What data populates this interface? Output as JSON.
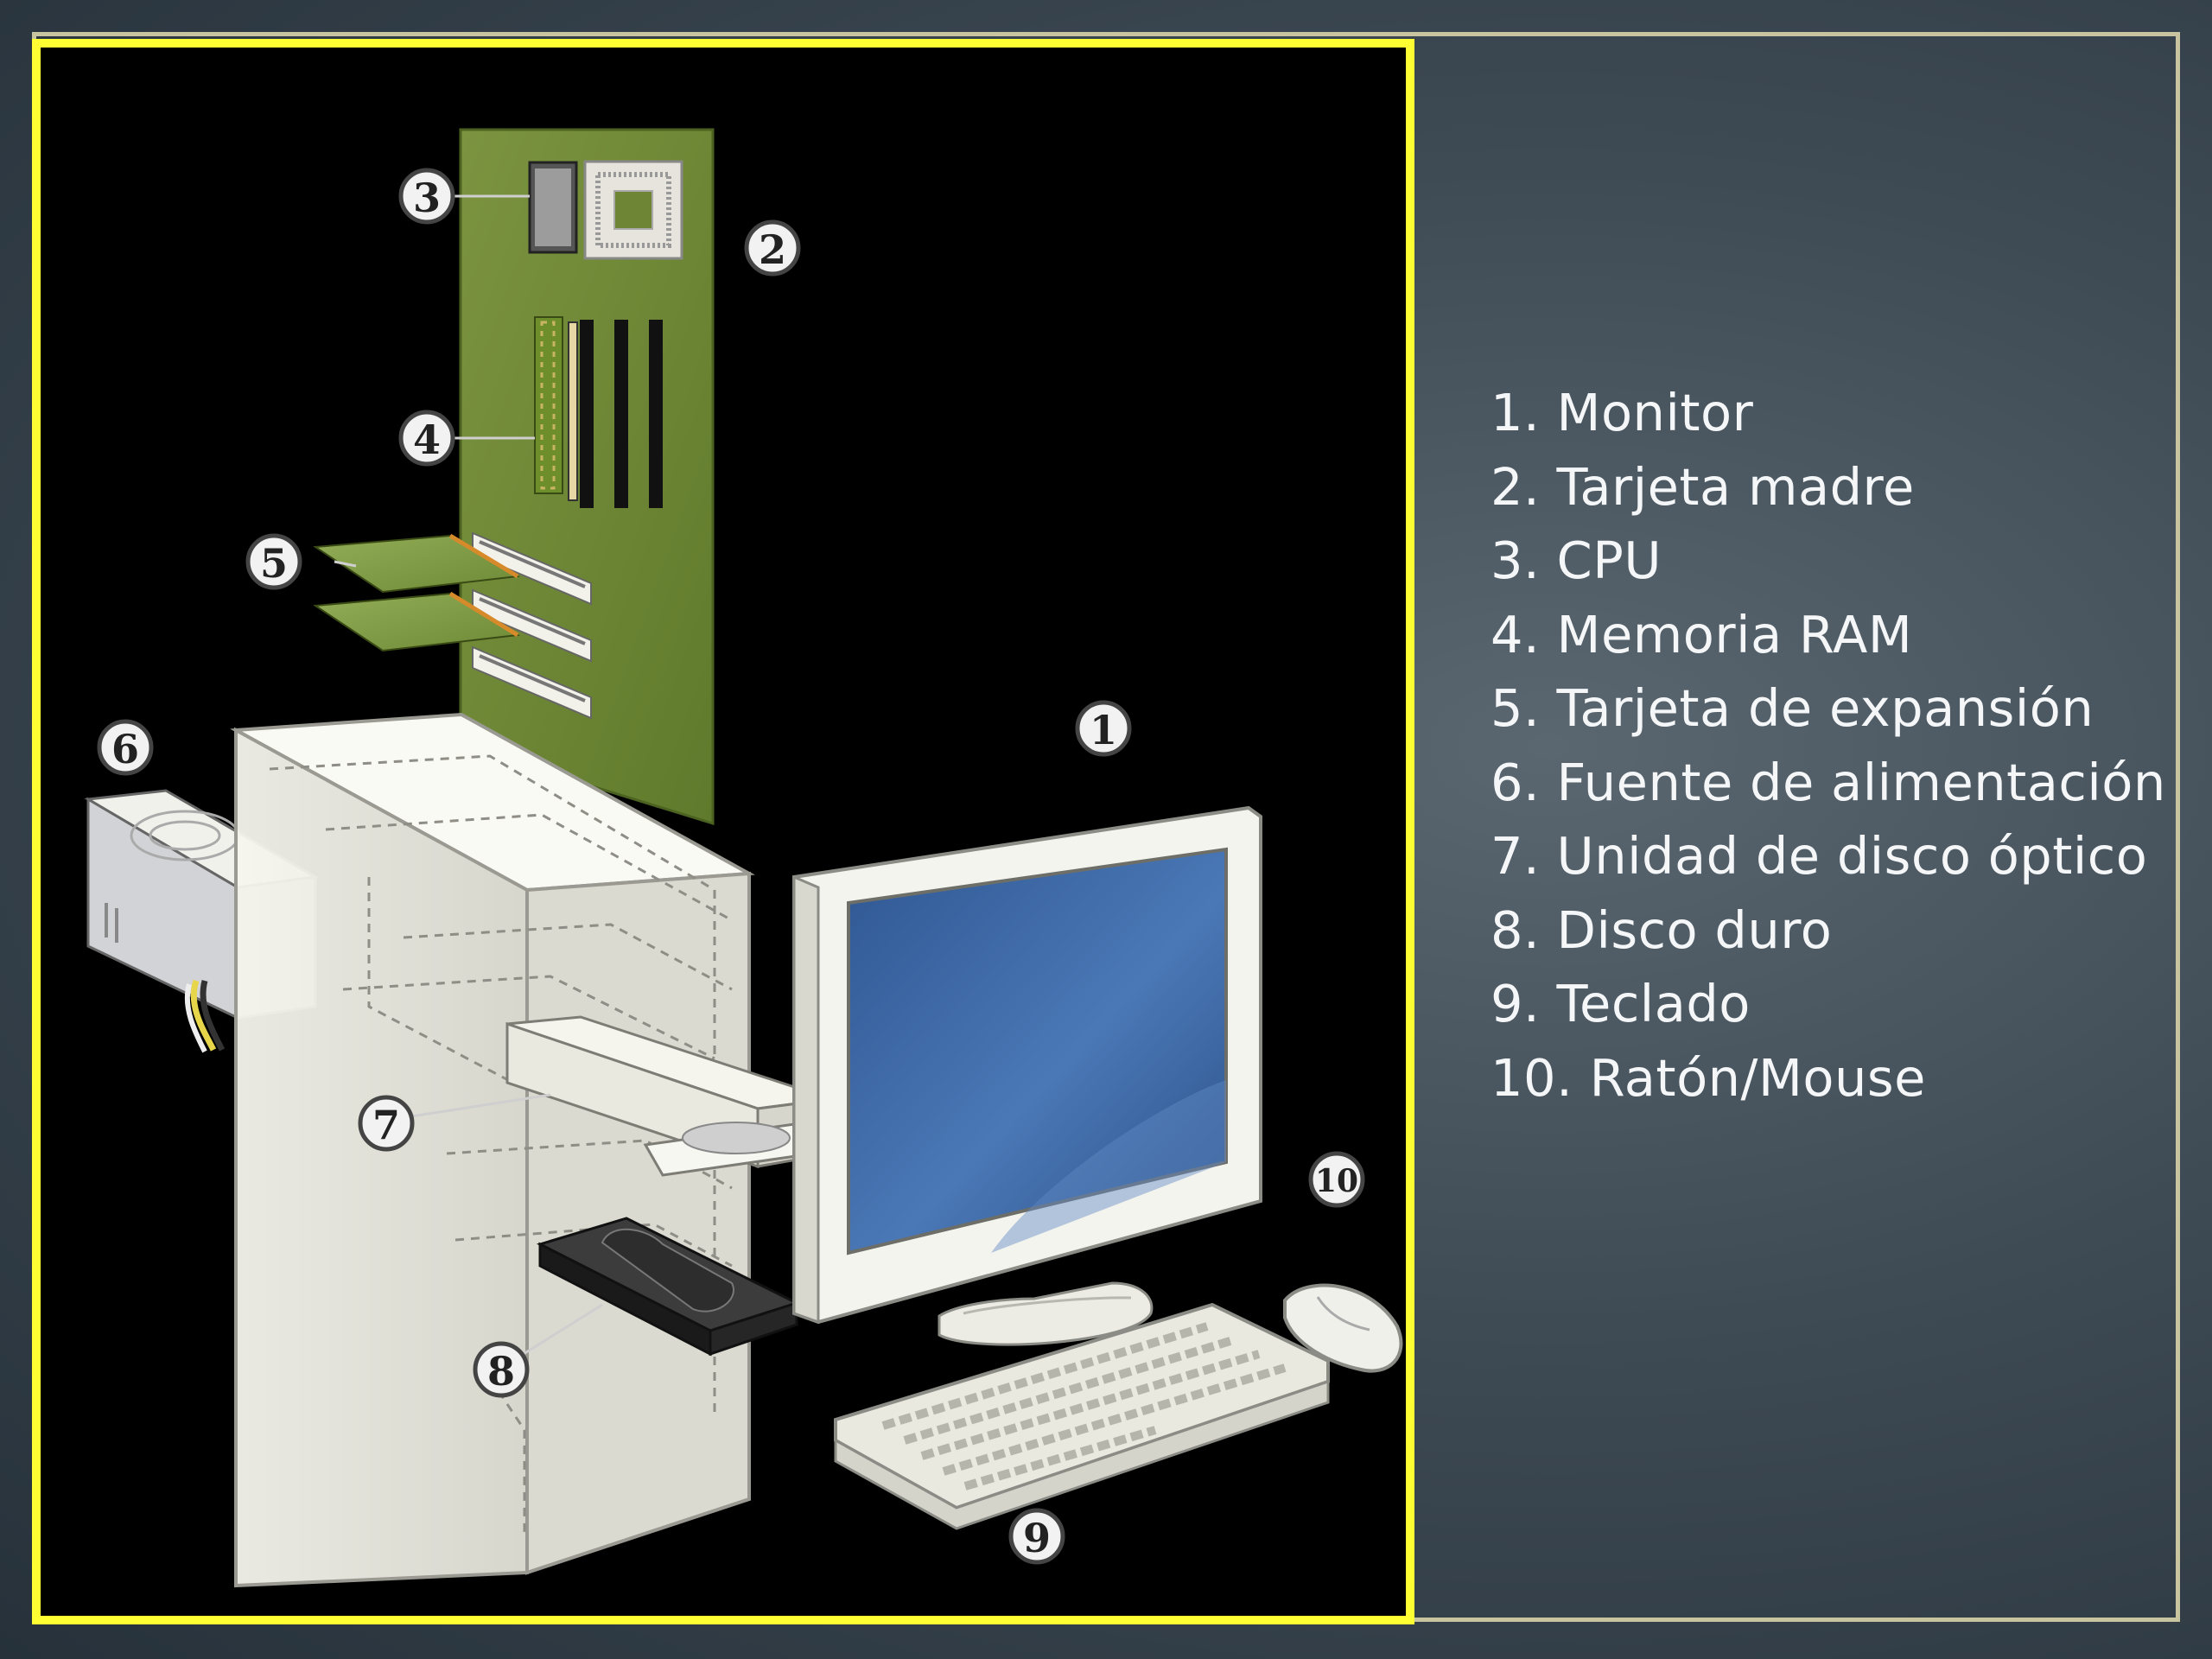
{
  "legend": {
    "items": [
      "1. Monitor",
      "2. Tarjeta madre",
      "3. CPU",
      "4. Memoria RAM",
      "5. Tarjeta de expansión",
      "6. Fuente de alimentación",
      "7. Unidad de disco óptico",
      "8. Disco duro",
      "9. Teclado",
      "10. Ratón/Mouse"
    ]
  },
  "callouts": [
    "1",
    "2",
    "3",
    "4",
    "5",
    "6",
    "7",
    "8",
    "9",
    "10"
  ],
  "colors": {
    "frame": "#ffff33",
    "panel": "#000000",
    "motherboard": "#6d8534",
    "screen": "#3f6aa8",
    "case": "#eeeee4",
    "text": "#f4f6f7"
  }
}
